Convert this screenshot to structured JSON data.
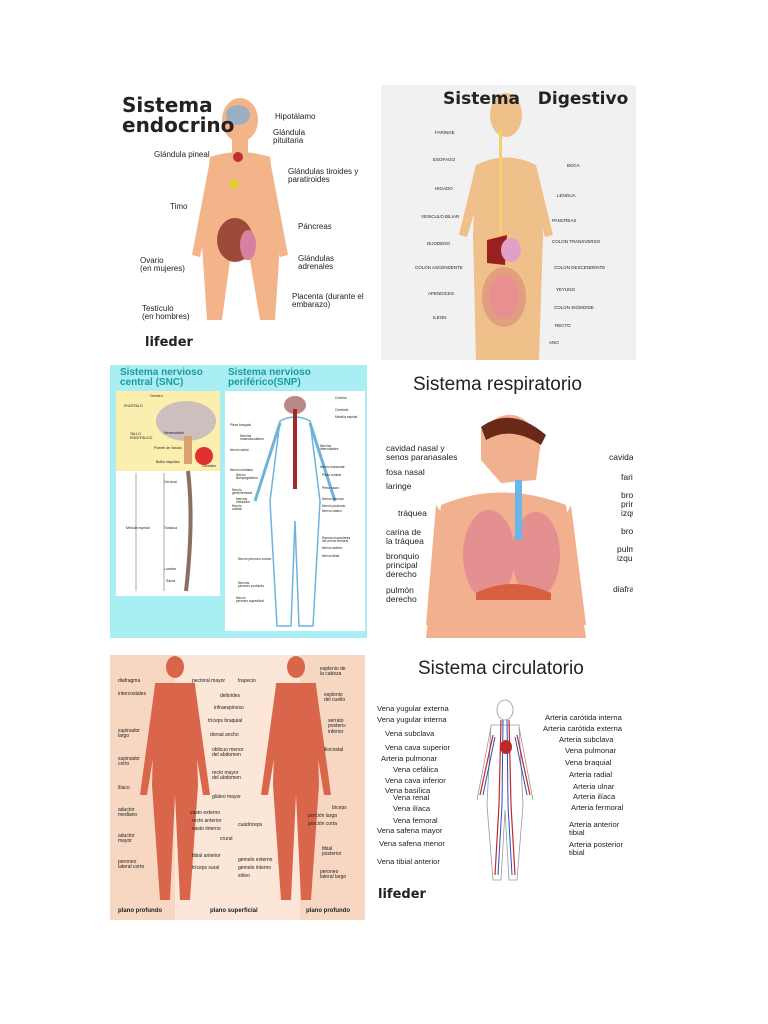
{
  "endocrine": {
    "title": "Sistema\nendocrino",
    "labels": [
      "Hipotálamo",
      "Glándula\npituitaria",
      "Glándula pineal",
      "Glándulas tiroides y\nparatiroides",
      "Timo",
      "Páncreas",
      "Ovario\n(en mujeres)",
      "Glándulas\nadrenales",
      "Placenta (durante el\nembarazo)",
      "Testículo\n(en hombres)"
    ],
    "logo": "lifeder"
  },
  "digestive": {
    "title": "Sistema   Digestivo",
    "labels": [
      "FARINGE",
      "ESOFAGO",
      "HIGADO",
      "VESICULO BILIAR",
      "DUODENO",
      "COLON ASCENDENTE",
      "APENDICES",
      "ILEON",
      "BOCA",
      "LENGUA",
      "PANCREAS",
      "COLON TRANSVERSO",
      "COLON DESCENDENTE",
      "YEYUNO",
      "COLON SIGMOIDE",
      "RECTO",
      "ANO"
    ]
  },
  "nervous": {
    "snc_title": "Sistema nervioso\ncentral (SNC)",
    "snp_title": "Sistema nervioso\nperiférico(SNP)",
    "snc_labels": [
      "Cerebro",
      "ENCÉFALO",
      "TALLO\nENCEFÁLICO",
      "Mesencéfalo",
      "Puente de Varolio",
      "Bulbo raquídeo",
      "Cerebelo",
      "Cervical",
      "Torácica",
      "Médula espinal",
      "Lumbar",
      "Sacra"
    ],
    "snp_labels": [
      "Cerebro",
      "Cerebelo",
      "Médula espinal",
      "Plexo braquial",
      "Nervios\nmusculocutáneo",
      "Nervio radial",
      "Nervios\nintercostales",
      "Nervio subcostal",
      "Nervio mediano",
      "Nervio\niliohipogástrico",
      "Plexo lumbar",
      "Plexo sacro",
      "Nervio\ngenitofemoral",
      "Nervios\nobturador",
      "Nervio femoral",
      "Nervio\ncubital",
      "Nervio pudendo",
      "Nervio ciático",
      "Ramos musculares\ndel nervio femoral",
      "Nervio safeno",
      "Nervio tibial",
      "Nervio peroneo común",
      "Nervios\nperoneo profundo",
      "Nervio\nperoneo superficial"
    ]
  },
  "respiratory": {
    "title": "Sistema respiratorio",
    "labels": [
      "cavidad nasal y\nsenos paranasales",
      "fosa nasal",
      "laringe",
      "tráquea",
      "carina de\nla tráquea",
      "bronquio\nprincipal\nderecho",
      "pulmón\nderecho",
      "cavidad oral",
      "faringe",
      "bronquio\nprincipal\nizquierdo",
      "bronquios",
      "pulmón\nizquierdo",
      "diafragma"
    ]
  },
  "muscular": {
    "labels": [
      "diafragma",
      "intercostales",
      "supinador\nlargo",
      "supinador\ncorto",
      "ilíaco",
      "aductor\nmediano",
      "aductor\nmayor",
      "peroneo\nlateral corto",
      "pectoral mayor",
      "deltoides",
      "infraespinoso",
      "tríceps braquial",
      "dorsal ancho",
      "oblicuo menor\ndel abdomen",
      "recto mayor\ndel abdomen",
      "glúteo mayor",
      "vasto externo",
      "recto anterior",
      "vasto interno",
      "crural",
      "cuádriceps",
      "tibial anterior",
      "tríceps sural",
      "gemelo externo",
      "gemelo interno",
      "sóleo",
      "trapecio",
      "esplenio de\nla cabeza",
      "esplenio\ndel cuello",
      "serrato\npostero-\ninferior",
      "iliocostal",
      "bíceps",
      "porción larga",
      "porción corta",
      "tibial\nposterior",
      "peroneo\nlateral largo"
    ],
    "footer": [
      "plano profundo",
      "plano superficial",
      "plano profundo"
    ]
  },
  "circulatory": {
    "title": "Sistema circulatorio",
    "labels": [
      "Vena yugular externa",
      "Vena yugular interna",
      "Vena subclava",
      "Vena cava superior",
      "Arteria pulmonar",
      "Vena cefálica",
      "Vena cava inferior",
      "Vena basílica",
      "Vena renal",
      "Vena ilíaca",
      "Vena femoral",
      "Vena safena mayor",
      "Vena safena menor",
      "Vena tibial anterior",
      "Arteria carótida interna",
      "Arteria carótida externa",
      "Arteria subclava",
      "Vena pulmonar",
      "Vena braquial",
      "Arteria radial",
      "Arteria ulnar",
      "Arteria ilíaca",
      "Arteria fermoral",
      "Arteria anterior\ntibial",
      "Arteria posterior\ntibial"
    ],
    "logo": "lifeder"
  }
}
